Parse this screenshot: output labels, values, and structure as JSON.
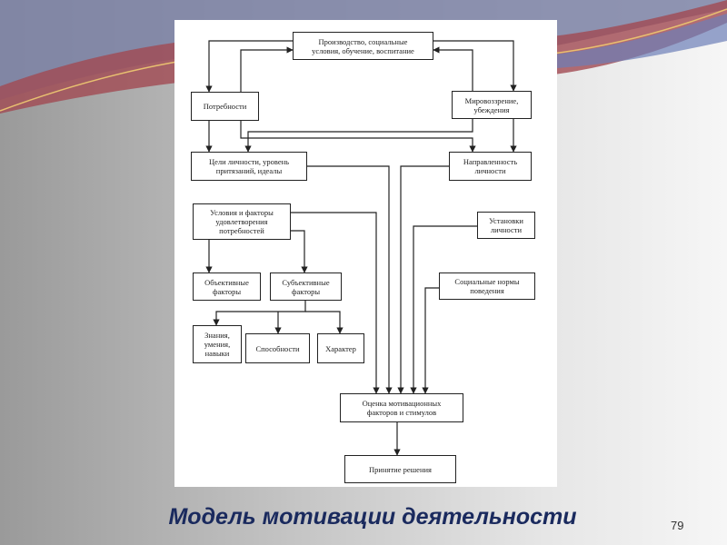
{
  "slide": {
    "title": "Модель мотивации деятельности",
    "page_number": "79"
  },
  "diagram": {
    "nodes": {
      "production": "Производство, социальные\nусловия, обучение, воспитание",
      "needs": "Потребности",
      "worldview": "Мировоззрение,\nубеждения",
      "goals": "Цели личности, уровень\nпритязаний, идеалы",
      "direction": "Направленность\nличности",
      "conditions": "Условия и факторы\nудовлетворения\nпотребностей",
      "attitudes": "Установки\nличности",
      "norms": "Социальные нормы\nповедения",
      "objective": "Объективные\nфакторы",
      "subjective": "Субъективные\nфакторы",
      "knowledge": "Знания,\nумения,\nнавыки",
      "abilities": "Способности",
      "character": "Характер",
      "evaluation": "Оценка мотивационных\nфакторов и стимулов",
      "decision": "Принятие решения"
    }
  }
}
